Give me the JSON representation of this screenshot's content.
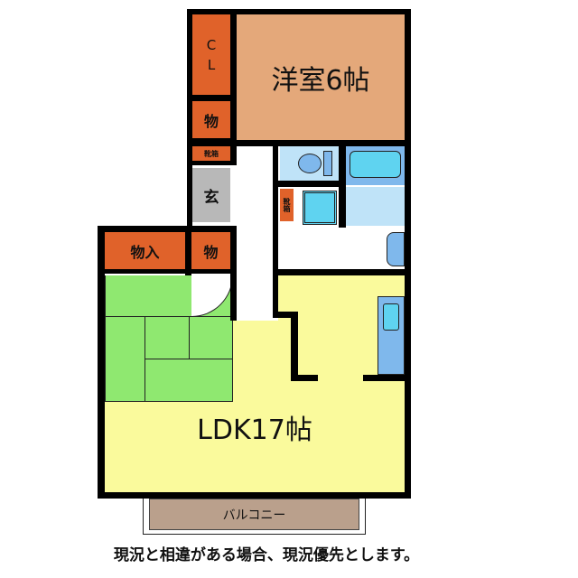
{
  "rooms": {
    "western": "洋室6帖",
    "closet": "C\nL",
    "storage_top": "物",
    "shoe_box_entrance": "靴箱",
    "entrance": "玄",
    "storage_in": "物入",
    "storage_lower": "物",
    "shoe_box_wet": "靴箱",
    "ldk": "LDK17帖",
    "balcony": "バルコニー"
  },
  "caption": "現況と相違がある場合、現況優先とします。",
  "colors": {
    "western": "#e4a87a",
    "storage": "#e0622a",
    "entrance": "#b8b8b8",
    "tatami": "#8fe870",
    "ldk": "#fafa9c",
    "wet_area": "#bfe3f8",
    "fixtures": "#5fd3f0",
    "balcony": "#baa08c"
  }
}
